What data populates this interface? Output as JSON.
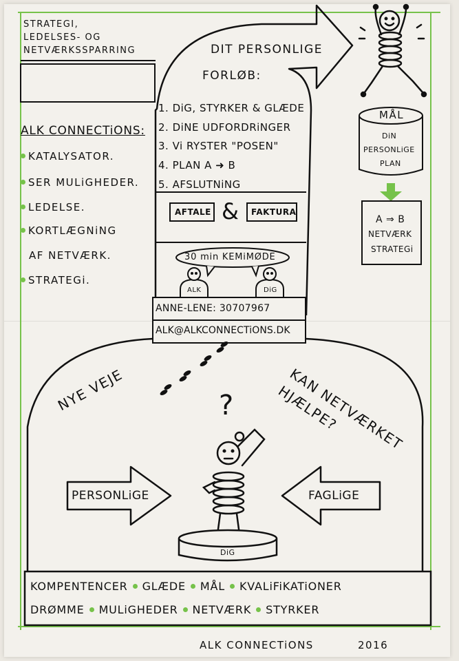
{
  "header": {
    "title_lines": [
      "STRATEGI,",
      "LEDELSES- OG",
      "NETVÆRKSSPARRING"
    ]
  },
  "arrow": {
    "title_line1": "DIT PERSONLIGE",
    "title_line2": "FORLØB:",
    "steps": [
      "1. DiG, STYRKER & GLÆDE",
      "2. DiNE UDFORDRiNGER",
      "3. Vi RYSTER \"POSEN\"",
      "4. PLAN A ➜ B",
      "5. AFSLUTNiNG"
    ],
    "agreement_box": "AFTALE",
    "ampersand": "&",
    "invoice_box": "FAKTURA",
    "meeting_bubble": "30 min KEMiMØDE",
    "person_left_label": "ALK",
    "person_right_label": "DiG"
  },
  "alk_connections": {
    "heading": "ALK CONNECTiONS:",
    "items": [
      "KATALYSATOR.",
      "SER MULiGHEDER.",
      "LEDELSE.",
      "KORTLÆGNiNG",
      "STRATEGi."
    ],
    "item4_continuation": "AF NETVÆRK."
  },
  "goal": {
    "cylinder_title": "MÅL",
    "cylinder_lines": [
      "DiN",
      "PERSONLiGE",
      "PLAN"
    ],
    "result_lines": [
      "A ⇒ B",
      "NETVÆRK",
      "STRATEGi"
    ]
  },
  "contact": {
    "phone": "ANNE-LENE: 30707967",
    "email": "ALK@ALKCONNECTiONS.DK"
  },
  "dome": {
    "left_curve_text": "NYE VEJE",
    "right_curve_text": "KAN NETVÆRKET HJÆLPE?",
    "question_mark": "?",
    "left_arrow": "PERSONLiGE",
    "right_arrow": "FAGLiGE",
    "pedestal_label": "DiG"
  },
  "keywords": {
    "row1": [
      "KOMPENTENCER",
      "GLÆDE",
      "MÅL",
      "KVALiFiKATiONER"
    ],
    "row2": [
      "DRØMME",
      "MULiGHEDER",
      "NETVÆRK",
      "STYRKER"
    ]
  },
  "footer": {
    "text": "ALK CONNECTiONS",
    "year": "2016"
  },
  "colors": {
    "accent_green": "#76c24a",
    "ink": "#111111",
    "paper": "#f3f1ec"
  },
  "icons": {
    "person_jumping": "happy-spring-person-icon",
    "person_thinking": "thinking-spring-person-icon",
    "footprints": "footprints-icon",
    "down_arrow": "green-down-arrow-icon"
  }
}
